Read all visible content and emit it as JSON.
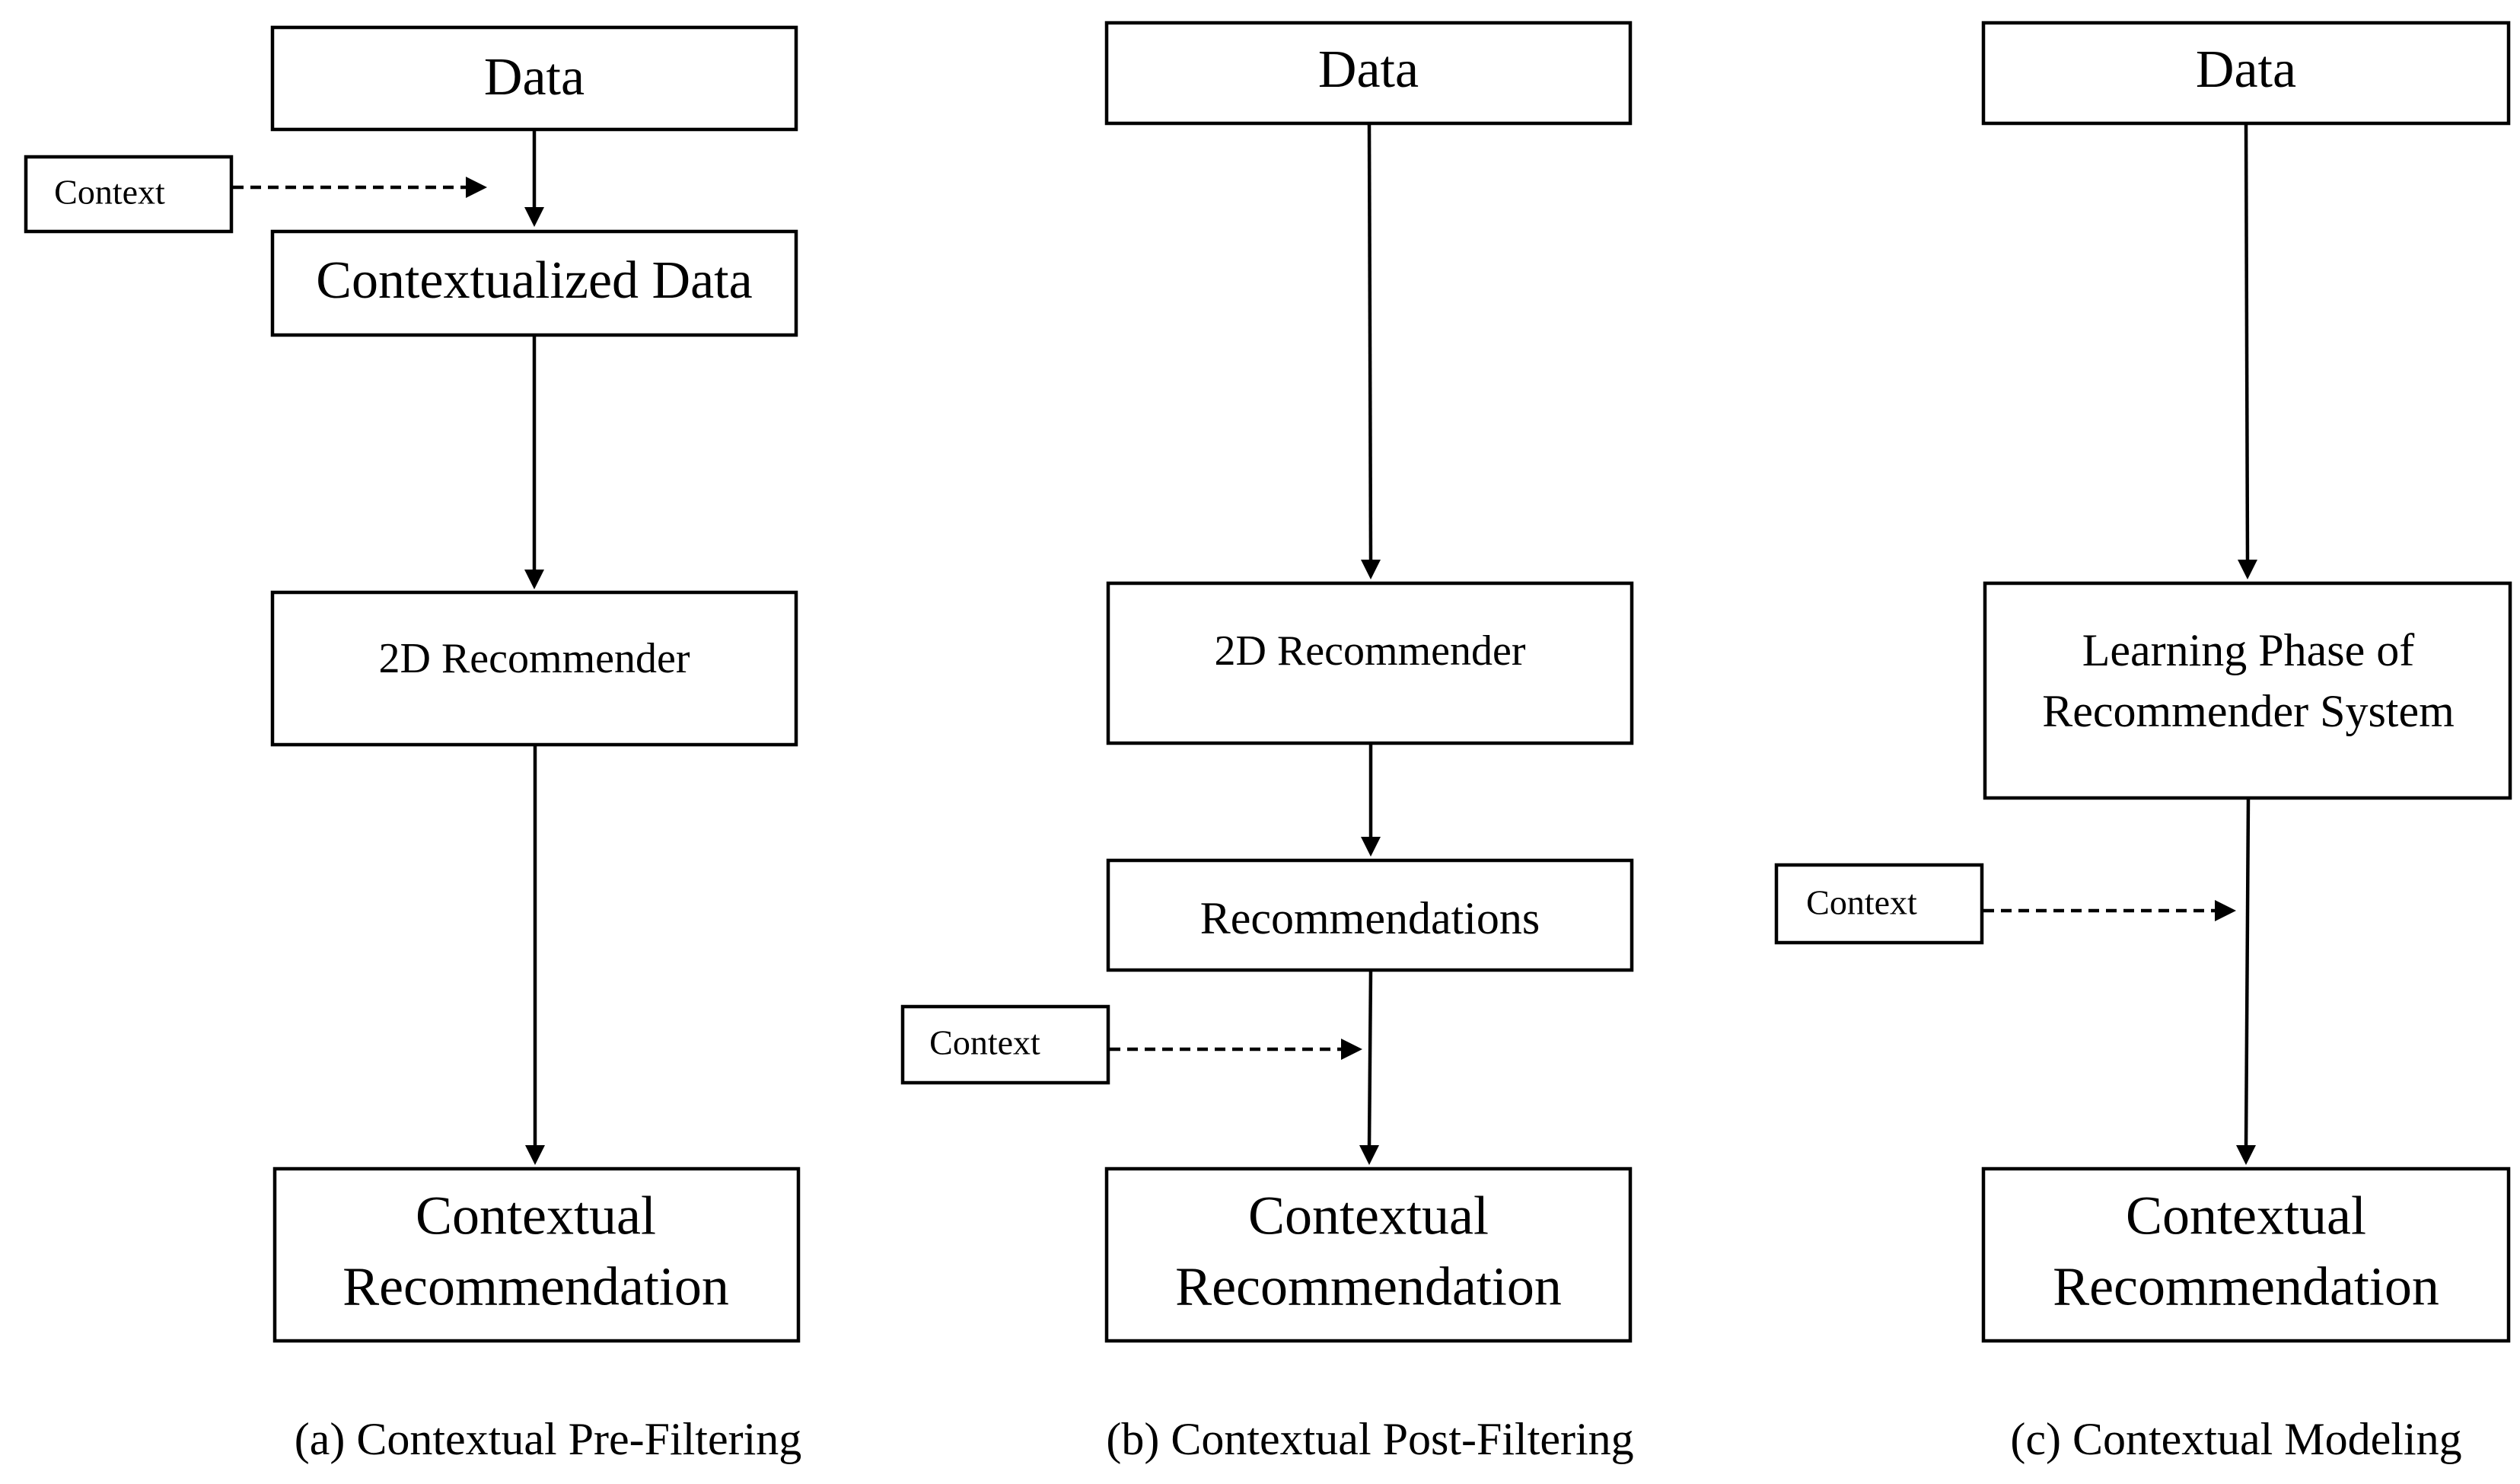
{
  "panels": [
    {
      "caption": "(a) Contextual Pre-Filtering",
      "boxes": {
        "data": "Data",
        "context": "Context",
        "contextualized": "Contextualized Data",
        "recommender": "2D Recommender",
        "result": [
          "Contextual",
          "Recommendation"
        ]
      }
    },
    {
      "caption": "(b) Contextual Post-Filtering",
      "boxes": {
        "data": "Data",
        "recommender": "2D Recommender",
        "recommendations": "Recommendations",
        "context": "Context",
        "result": [
          "Contextual",
          "Recommendation"
        ]
      }
    },
    {
      "caption": "(c) Contextual Modeling",
      "boxes": {
        "data": "Data",
        "learning": [
          "Learning Phase of",
          "Recommender System"
        ],
        "context": "Context",
        "result": [
          "Contextual",
          "Recommendation"
        ]
      }
    }
  ]
}
